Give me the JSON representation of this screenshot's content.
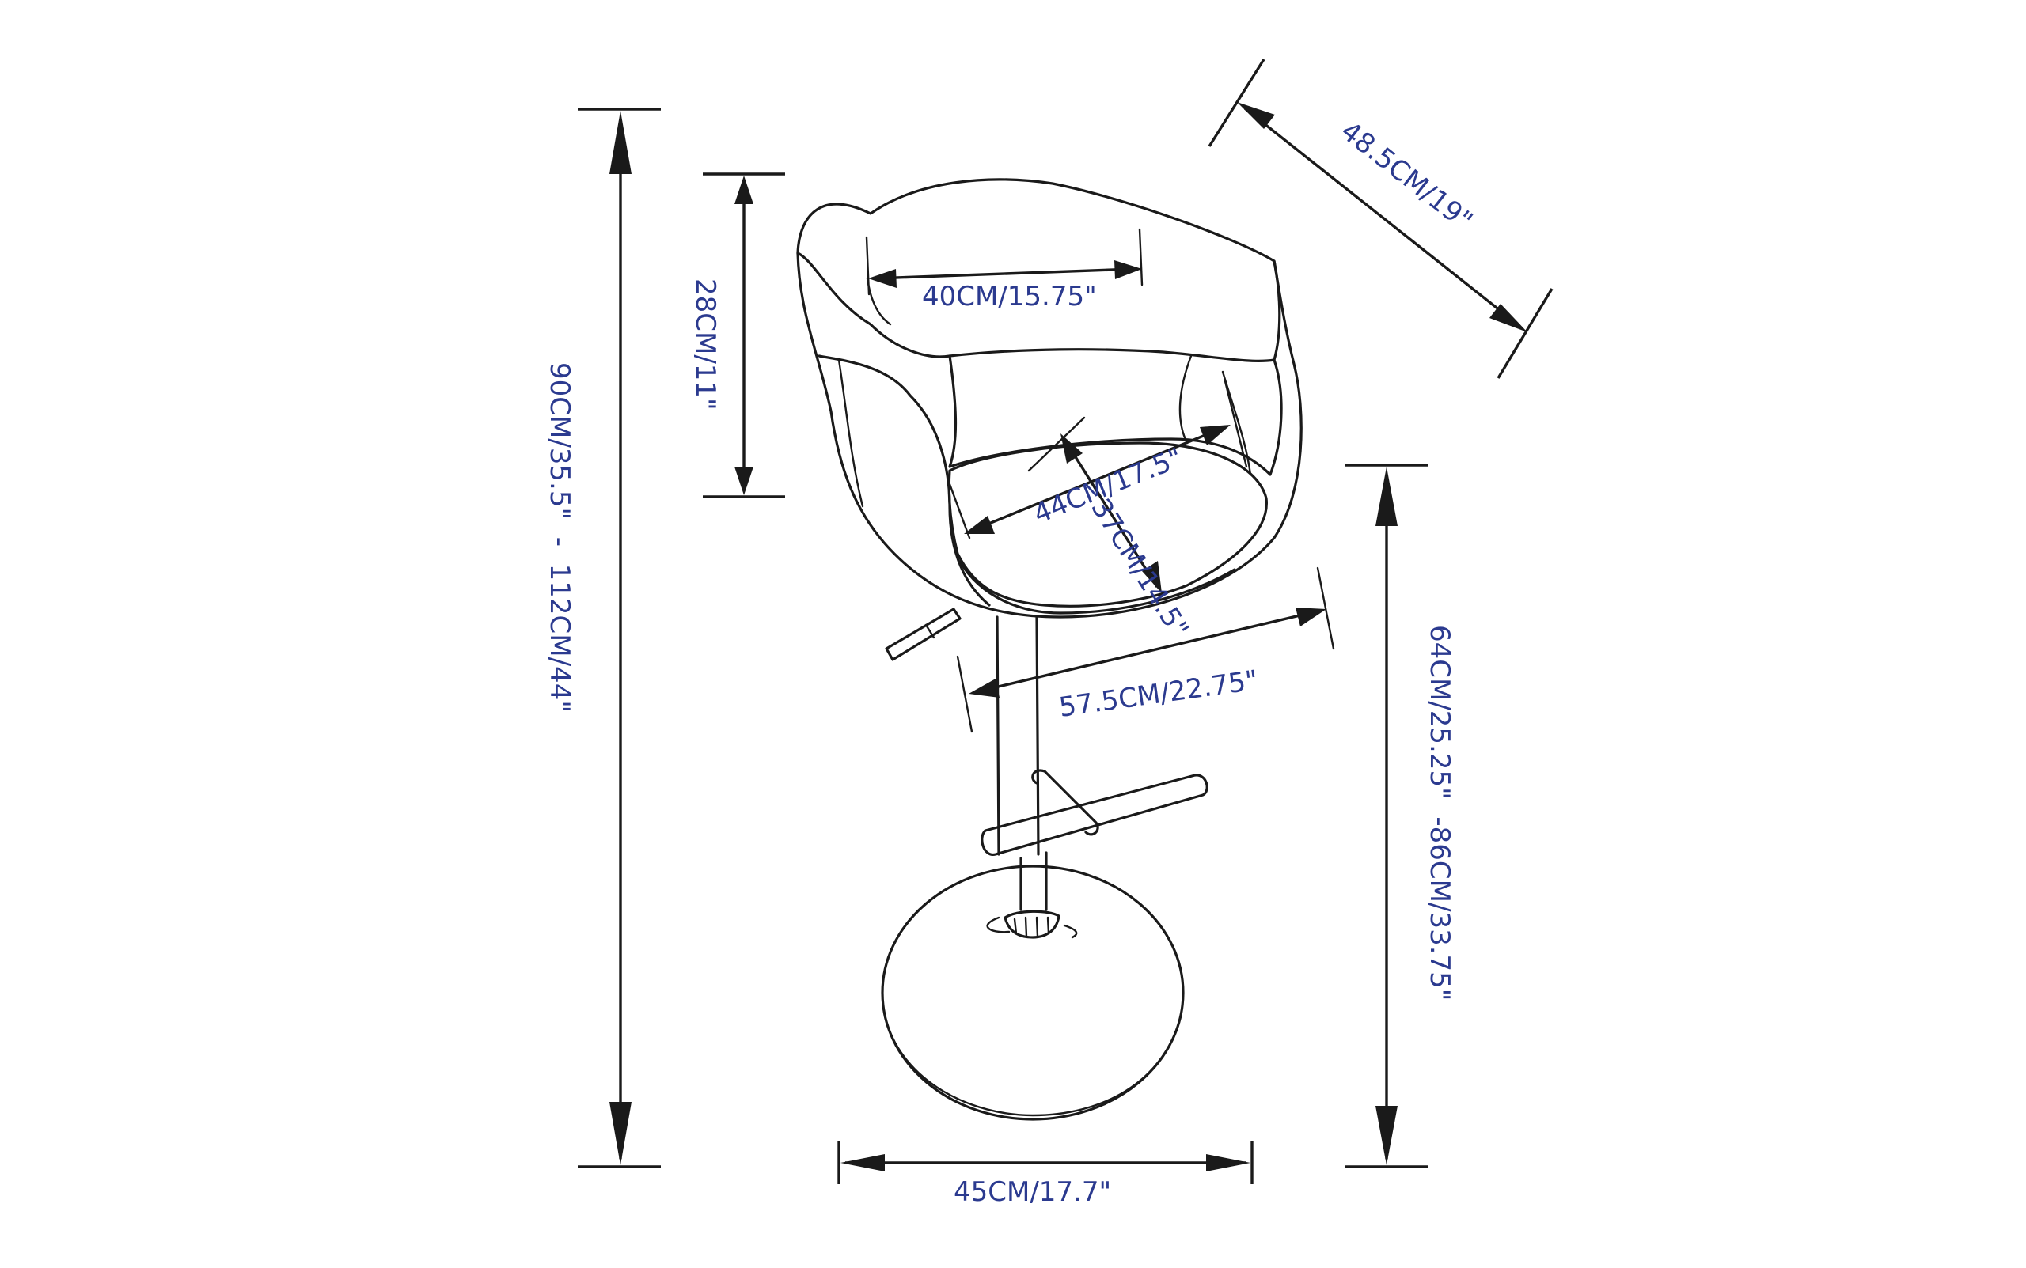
{
  "dimensions": {
    "total_height": "90CM/35.5\"  -  112CM/44\"",
    "back_height": "28CM/11\"",
    "inner_back_width": "40CM/15.75\"",
    "overall_depth": "48.5CM/19\"",
    "seat_width": "44CM/17.5\"",
    "seat_depth": "37CM/14.5\"",
    "arm_width": "57.5CM/22.75\"",
    "seat_height": "64CM/25.25\"  -86CM/33.75\"",
    "base_diameter": "45CM/17.7\""
  },
  "colors": {
    "line": "#1a1a1a",
    "label": "#2b3a8f"
  }
}
